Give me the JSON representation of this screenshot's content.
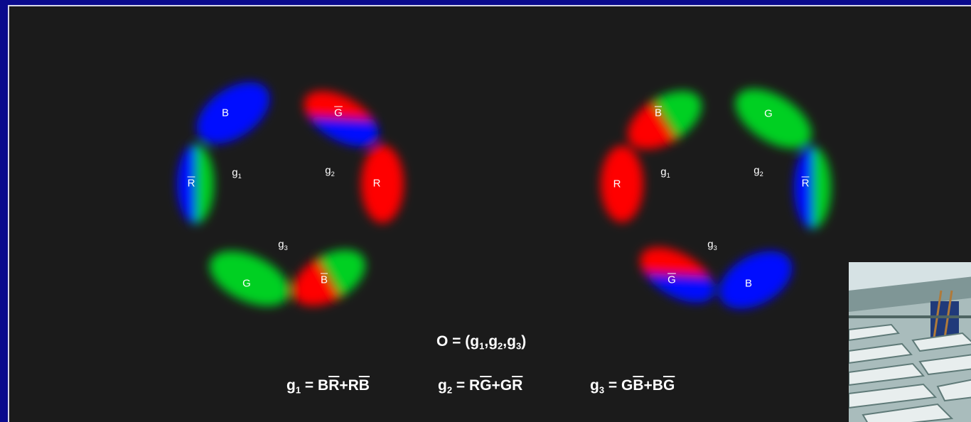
{
  "left_cycle": {
    "segments": [
      {
        "label": "B",
        "overline": false,
        "colors": [
          "#0010ff"
        ]
      },
      {
        "label": "G",
        "overline": true,
        "colors": [
          "#ff0000",
          "#0010ff"
        ]
      },
      {
        "label": "R",
        "overline": false,
        "colors": [
          "#ff0000"
        ]
      },
      {
        "label": "B",
        "overline": true,
        "colors": [
          "#ff0000",
          "#00d020"
        ]
      },
      {
        "label": "G",
        "overline": false,
        "colors": [
          "#00d020"
        ]
      },
      {
        "label": "R",
        "overline": true,
        "colors": [
          "#0010ff",
          "#00d020"
        ]
      }
    ],
    "g1": {
      "base": "g",
      "sub": "1"
    },
    "g2": {
      "base": "g",
      "sub": "2"
    },
    "g3": {
      "base": "g",
      "sub": "3"
    }
  },
  "right_cycle": {
    "segments": [
      {
        "label": "B",
        "overline": true,
        "colors": [
          "#ff0000",
          "#00d020"
        ]
      },
      {
        "label": "G",
        "overline": false,
        "colors": [
          "#00d020"
        ]
      },
      {
        "label": "R",
        "overline": true,
        "colors": [
          "#0010ff",
          "#00d020"
        ]
      },
      {
        "label": "B",
        "overline": false,
        "colors": [
          "#0010ff"
        ]
      },
      {
        "label": "G",
        "overline": true,
        "colors": [
          "#ff0000",
          "#0010ff"
        ]
      },
      {
        "label": "R",
        "overline": false,
        "colors": [
          "#ff0000"
        ]
      }
    ],
    "g1": {
      "base": "g",
      "sub": "1"
    },
    "g2": {
      "base": "g",
      "sub": "2"
    },
    "g3": {
      "base": "g",
      "sub": "3"
    }
  },
  "formula_O": {
    "lhs": "O = (",
    "g": "g",
    "s1": "1",
    "s2": "2",
    "s3": "3",
    "comma": ",",
    "close": ")"
  },
  "formula_g1": {
    "g": "g",
    "sub": "1",
    "eq": " = B",
    "ov1": "R",
    "plus": "+R",
    "ov2": "B"
  },
  "formula_g2": {
    "g": "g",
    "sub": "2",
    "eq": " = R",
    "ov1": "G",
    "plus": "+G",
    "ov2": "R"
  },
  "formula_g3": {
    "g": "g",
    "sub": "3",
    "eq": " = G",
    "ov1": "B",
    "plus": "+B",
    "ov2": "G"
  }
}
